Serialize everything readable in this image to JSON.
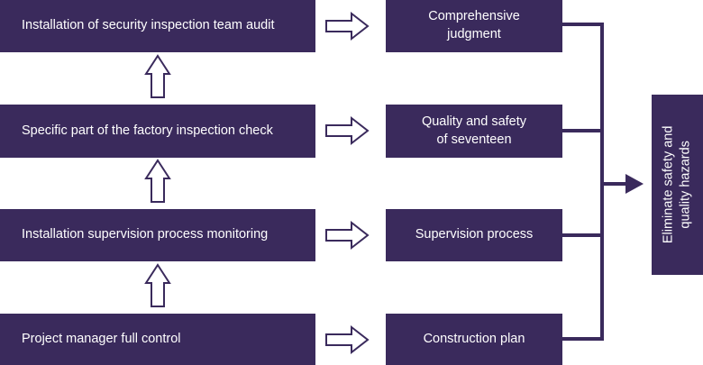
{
  "colors": {
    "box": "#3a2a5c",
    "text": "#ffffff",
    "arrow_stroke": "#3a2a5c",
    "arrow_fill": "#ffffff"
  },
  "left_boxes": [
    {
      "label": "Installation of security inspection team audit"
    },
    {
      "label": "Specific part of the factory inspection check"
    },
    {
      "label": "Installation supervision process monitoring"
    },
    {
      "label": "Project manager full control"
    }
  ],
  "middle_boxes": [
    {
      "line1": "Comprehensive",
      "line2": "judgment"
    },
    {
      "line1": "Quality and safety",
      "line2": "of seventeen"
    },
    {
      "line1": "Supervision process",
      "line2": ""
    },
    {
      "line1": "Construction plan",
      "line2": ""
    }
  ],
  "result": {
    "line1": "Eliminate safety and",
    "line2": "quality hazards"
  }
}
